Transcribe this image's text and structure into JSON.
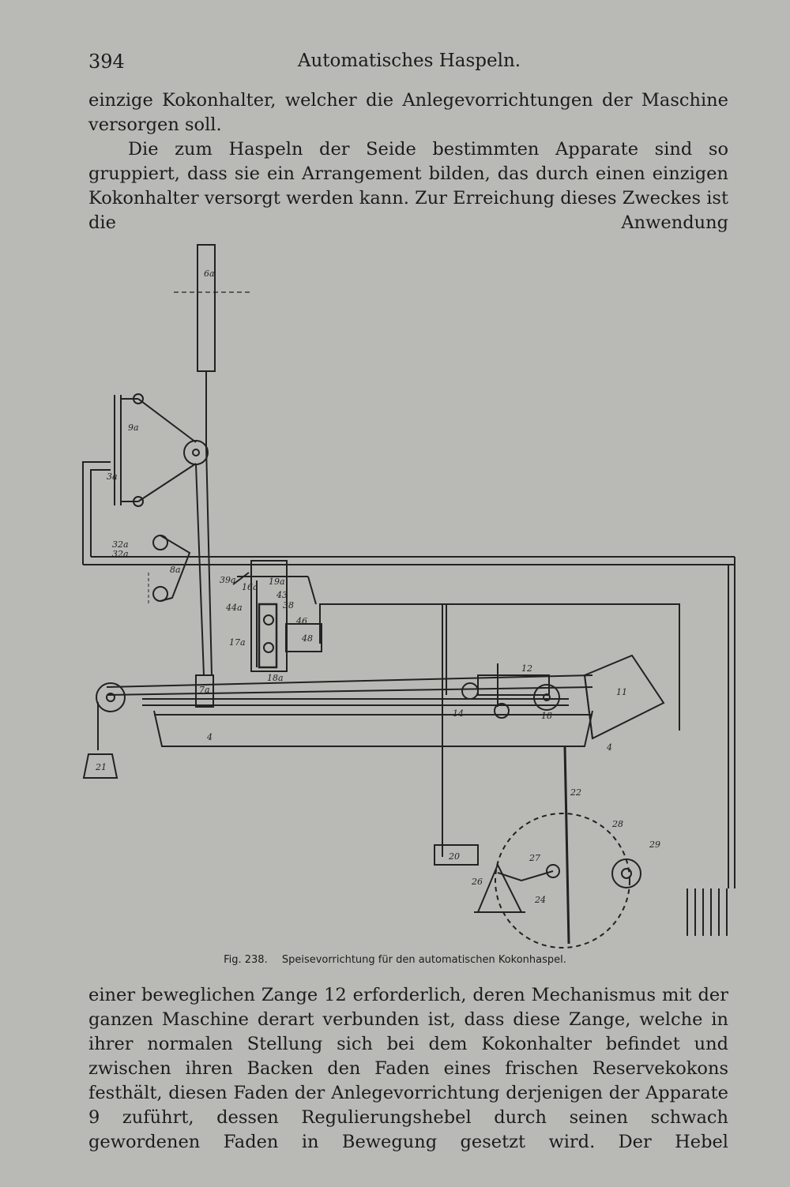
{
  "header": {
    "page_number": "394",
    "running_title": "Automatisches Haspeln."
  },
  "top_text": {
    "para1": "einzige Kokonhalter, welcher die Anlegevorrichtungen der Maschine versorgen soll.",
    "para2": "Die zum Haspeln der Seide bestimmten Apparate sind so gruppiert, dass sie ein Arrangement bilden, das durch einen einzigen Kokonhalter versorgt werden kann. Zur Erreichung dieses Zweckes ist die Anwendung"
  },
  "figure": {
    "labels": {
      "l6a": "6a",
      "l9a": "9a",
      "l3a": "3a",
      "l32a": "32a",
      "l32b": "32a",
      "l8a": "8a",
      "l39": "39a",
      "l16": "16a",
      "l19": "19a",
      "l43": "43",
      "l44": "44a",
      "l38": "38",
      "l46": "46",
      "l48": "48",
      "l17": "17a",
      "l18a": "18a",
      "l7a": "7a",
      "l4a": "4",
      "l21": "21",
      "l12": "12",
      "l14": "14",
      "l18": "18",
      "l11": "11",
      "l4b": "4",
      "l22": "22",
      "l28": "28",
      "l29": "29",
      "l20": "20",
      "l27": "27",
      "l26": "26",
      "l24": "24"
    }
  },
  "caption": {
    "figure_number": "Fig. 238.",
    "title": "Speisevorrichtung für den automatischen Kokonhaspel."
  },
  "bottom_text": {
    "para": "einer beweglichen Zange 12 erforderlich, deren Mechanismus mit der ganzen Maschine derart verbunden ist, dass diese Zange, welche in ihrer normalen Stellung sich bei dem Kokonhalter befindet und zwischen ihren Backen den Faden eines frischen Reservekokons festhält, diesen Faden der Anlegevorrichtung derjenigen der Apparate 9 zuführt, dessen Regulierungshebel durch seinen schwach gewordenen Faden in Bewegung gesetzt wird. Der Hebel"
  }
}
